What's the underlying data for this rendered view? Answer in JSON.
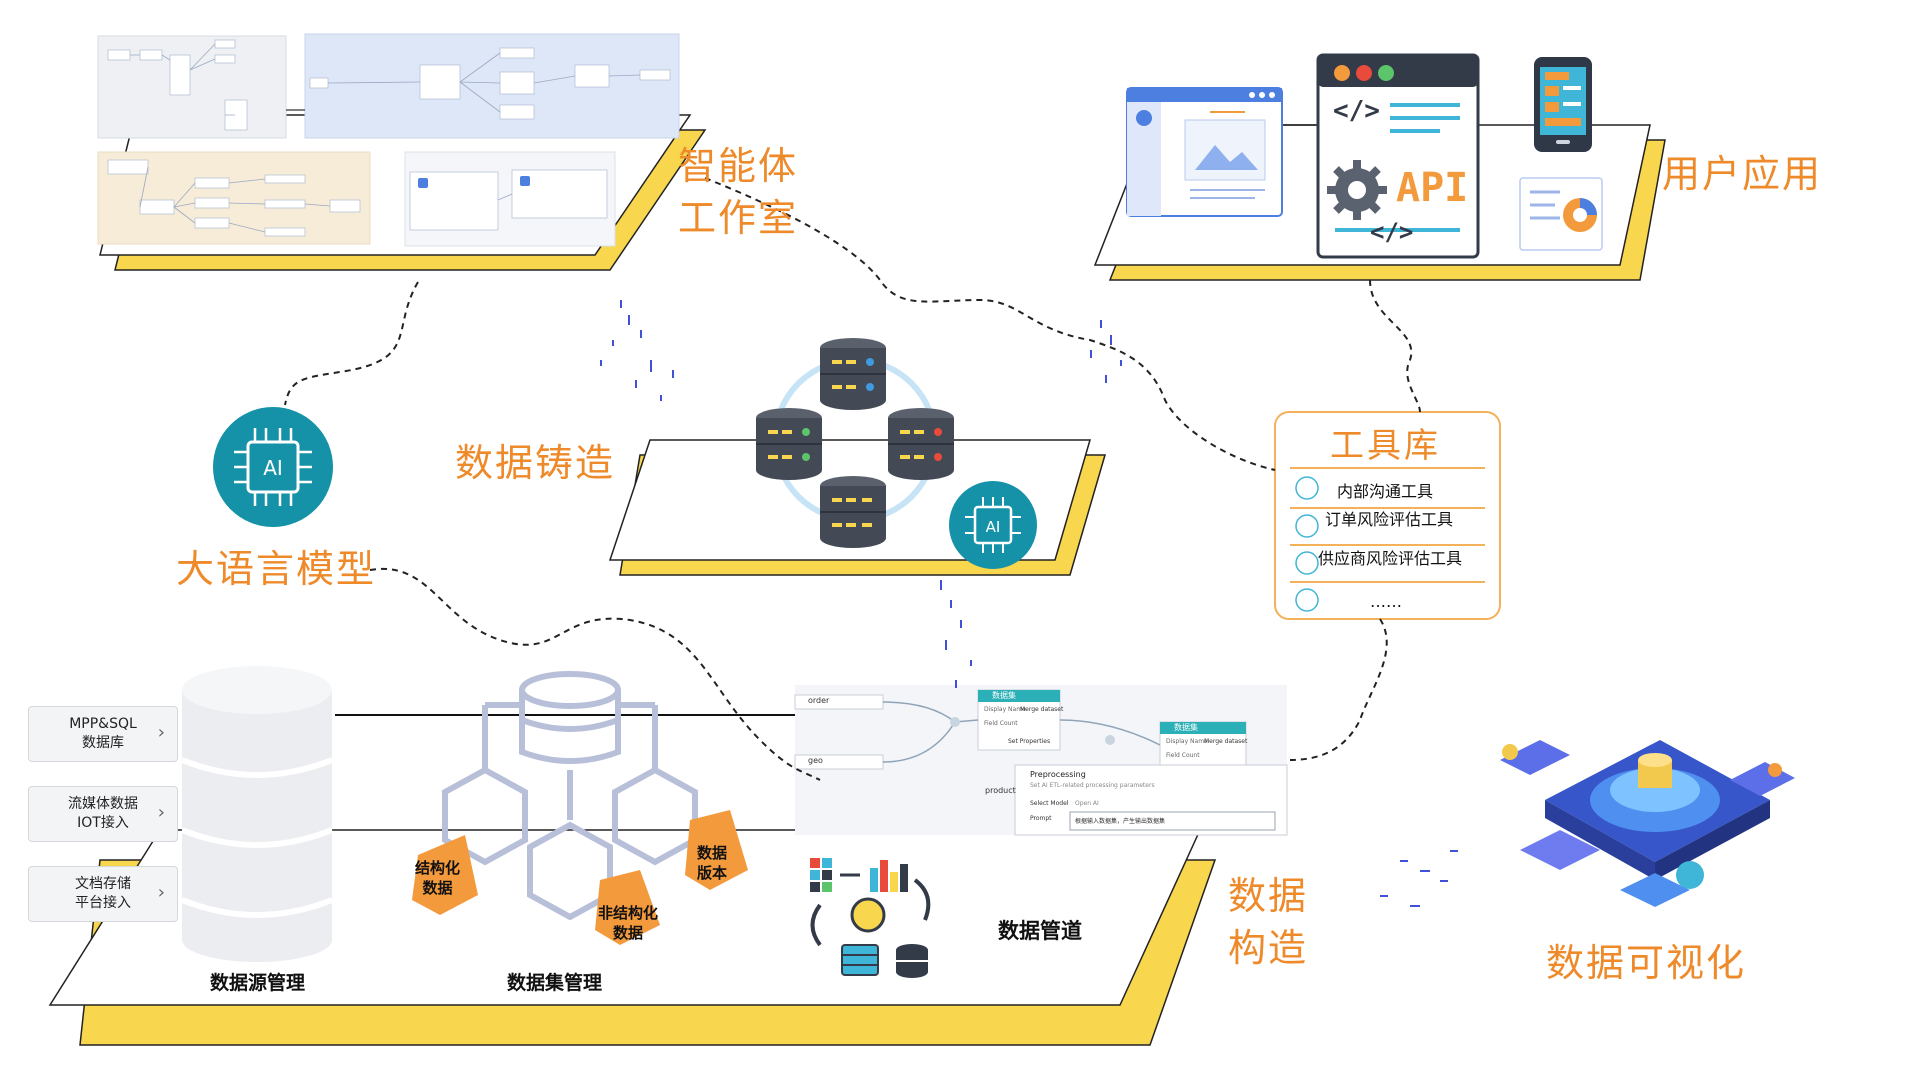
{
  "modules": {
    "agent_studio": "智能体\n工作室",
    "user_apps": "用户应用",
    "data_forge": "数据铸造",
    "llm": "大语言模型",
    "data_construct": "数据\n构造",
    "data_viz": "数据可视化"
  },
  "toolkit": {
    "title": "工具库",
    "items": [
      "内部沟通工具",
      "订单风险评估工具",
      "供应商风险评估工具",
      "……"
    ]
  },
  "data_sources": {
    "tabs": [
      "MPP&SQL\n数据库",
      "流媒体数据\nIOT接入",
      "文档存储\n平台接入"
    ],
    "label": "数据源管理"
  },
  "datasets": {
    "label": "数据集管理",
    "tags": [
      "结构化\n数据",
      "非结构化\n数据",
      "数据\n版本"
    ]
  },
  "pipeline": {
    "label": "数据管道",
    "nodes": [
      "order",
      "geo",
      "product",
      "数据集",
      "数据集"
    ],
    "panel_title": "Preprocessing",
    "panel_sub": "Set AI ETL-related processing parameters",
    "select_model_label": "Select Model",
    "select_model_value": "Open AI",
    "prompt_label": "Prompt",
    "prompt_value": "根据输入数据集，产生输出数据集",
    "display_name": "Display Name",
    "merge": "Merge dataset",
    "field_count": "Field Count",
    "set_props": "Set Properties"
  },
  "api_card": {
    "api": "API",
    "code": "</>"
  },
  "colors": {
    "orange": "#ee8a2a",
    "yellow": "#f8d64e",
    "teal": "#1592a8",
    "server": "#444a55",
    "screen_blue": "#4d7fe0"
  }
}
